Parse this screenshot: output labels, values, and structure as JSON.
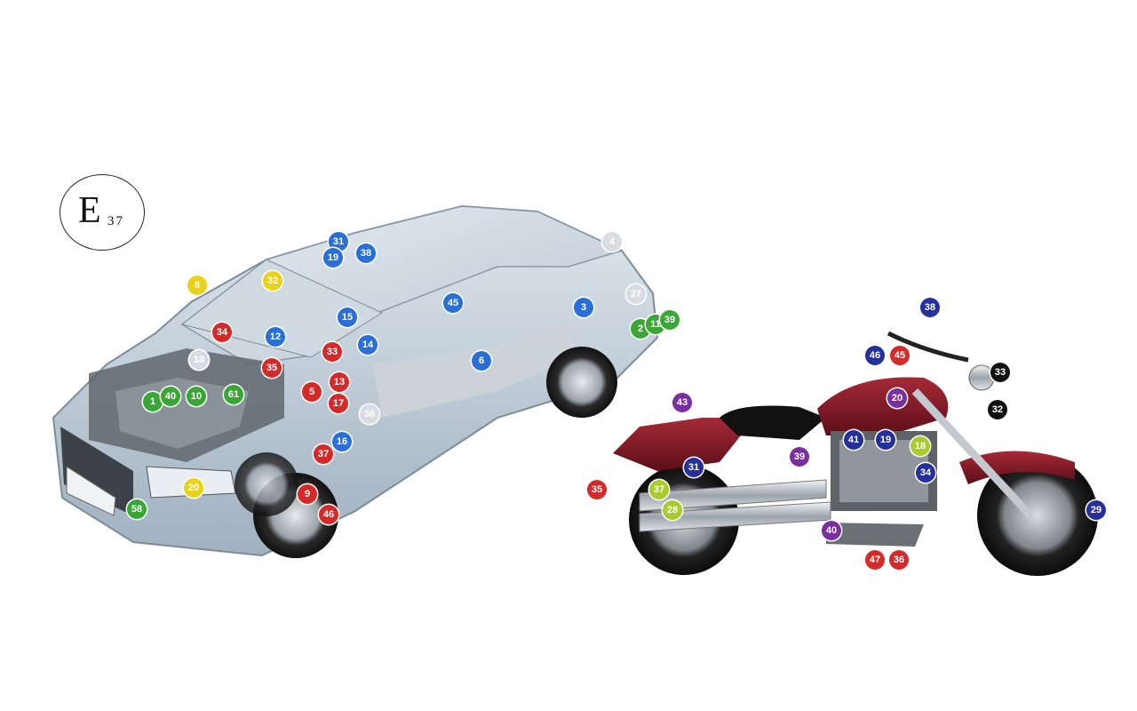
{
  "mark": {
    "letter": "E",
    "number": "37"
  },
  "colors": {
    "blue": "#2a6fd6",
    "red": "#d42a2a",
    "green": "#3aa635",
    "yellow": "#e8d21e",
    "lime": "#a8cc2c",
    "navy": "#26309a",
    "purple": "#7a2fa0",
    "black": "#111111",
    "white": "#eeeeee"
  },
  "car_callouts": [
    {
      "label": "31",
      "color": "blue"
    },
    {
      "label": "19",
      "color": "blue"
    },
    {
      "label": "38",
      "color": "blue"
    },
    {
      "label": "4",
      "color": "white"
    },
    {
      "label": "8",
      "color": "yellow"
    },
    {
      "label": "32",
      "color": "yellow"
    },
    {
      "label": "27",
      "color": "white"
    },
    {
      "label": "45",
      "color": "blue"
    },
    {
      "label": "3",
      "color": "blue"
    },
    {
      "label": "2",
      "color": "green"
    },
    {
      "label": "11",
      "color": "green"
    },
    {
      "label": "39",
      "color": "green"
    },
    {
      "label": "15",
      "color": "blue"
    },
    {
      "label": "34",
      "color": "red"
    },
    {
      "label": "12",
      "color": "blue"
    },
    {
      "label": "33",
      "color": "red"
    },
    {
      "label": "14",
      "color": "blue"
    },
    {
      "label": "6",
      "color": "blue"
    },
    {
      "label": "18",
      "color": "white"
    },
    {
      "label": "35",
      "color": "red"
    },
    {
      "label": "13",
      "color": "red"
    },
    {
      "label": "5",
      "color": "red"
    },
    {
      "label": "17",
      "color": "red"
    },
    {
      "label": "1",
      "color": "green"
    },
    {
      "label": "40",
      "color": "green"
    },
    {
      "label": "10",
      "color": "green"
    },
    {
      "label": "61",
      "color": "green"
    },
    {
      "label": "36",
      "color": "white"
    },
    {
      "label": "16",
      "color": "blue"
    },
    {
      "label": "37",
      "color": "red"
    },
    {
      "label": "20",
      "color": "yellow"
    },
    {
      "label": "9",
      "color": "red"
    },
    {
      "label": "58",
      "color": "green"
    },
    {
      "label": "46",
      "color": "red"
    }
  ],
  "moto_callouts": [
    {
      "label": "38",
      "color": "navy"
    },
    {
      "label": "46",
      "color": "navy"
    },
    {
      "label": "45",
      "color": "red"
    },
    {
      "label": "33",
      "color": "black"
    },
    {
      "label": "20",
      "color": "purple"
    },
    {
      "label": "43",
      "color": "purple"
    },
    {
      "label": "32",
      "color": "black"
    },
    {
      "label": "41",
      "color": "navy"
    },
    {
      "label": "19",
      "color": "navy"
    },
    {
      "label": "18",
      "color": "lime"
    },
    {
      "label": "39",
      "color": "purple"
    },
    {
      "label": "31",
      "color": "navy"
    },
    {
      "label": "34",
      "color": "navy"
    },
    {
      "label": "35",
      "color": "red"
    },
    {
      "label": "37",
      "color": "lime"
    },
    {
      "label": "28",
      "color": "lime"
    },
    {
      "label": "29",
      "color": "navy"
    },
    {
      "label": "40",
      "color": "purple"
    },
    {
      "label": "47",
      "color": "red"
    },
    {
      "label": "36",
      "color": "red"
    }
  ]
}
